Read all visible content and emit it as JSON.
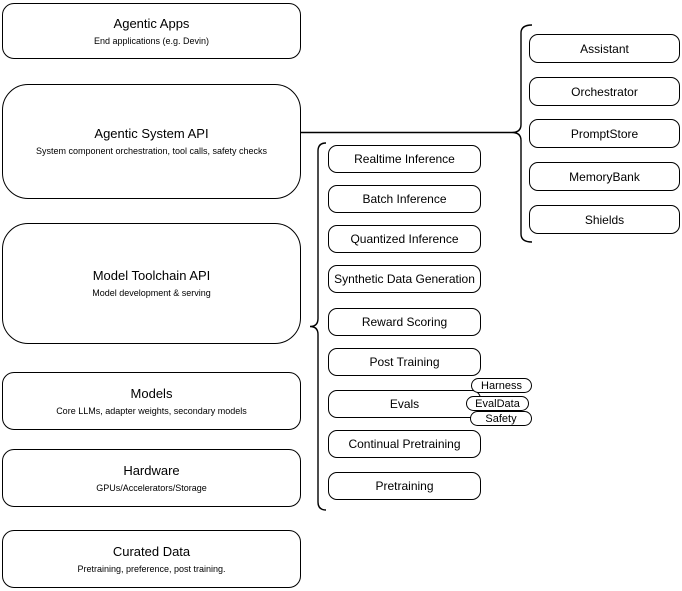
{
  "diagram": {
    "left_stack": [
      {
        "title": "Agentic Apps",
        "subtitle": "End applications (e.g. Devin)"
      },
      {
        "title": "Agentic System API",
        "subtitle": "System component orchestration, tool calls, safety checks"
      },
      {
        "title": "Model Toolchain API",
        "subtitle": "Model development & serving"
      },
      {
        "title": "Models",
        "subtitle": "Core LLMs, adapter weights, secondary models"
      },
      {
        "title": "Hardware",
        "subtitle": "GPUs/Accelerators/Storage"
      },
      {
        "title": "Curated Data",
        "subtitle": "Pretraining, preference, post training."
      }
    ],
    "toolchain_items": [
      "Realtime Inference",
      "Batch Inference",
      "Quantized Inference",
      "Synthetic Data Generation",
      "Reward Scoring",
      "Post Training",
      "Evals",
      "Continual Pretraining",
      "Pretraining"
    ],
    "eval_tags": [
      "Harness",
      "EvalData",
      "Safety"
    ],
    "system_components": [
      "Assistant",
      "Orchestrator",
      "PromptStore",
      "MemoryBank",
      "Shields"
    ],
    "colors": {
      "stroke": "#000000",
      "background": "#ffffff",
      "box_fill": "#ffffff"
    }
  }
}
